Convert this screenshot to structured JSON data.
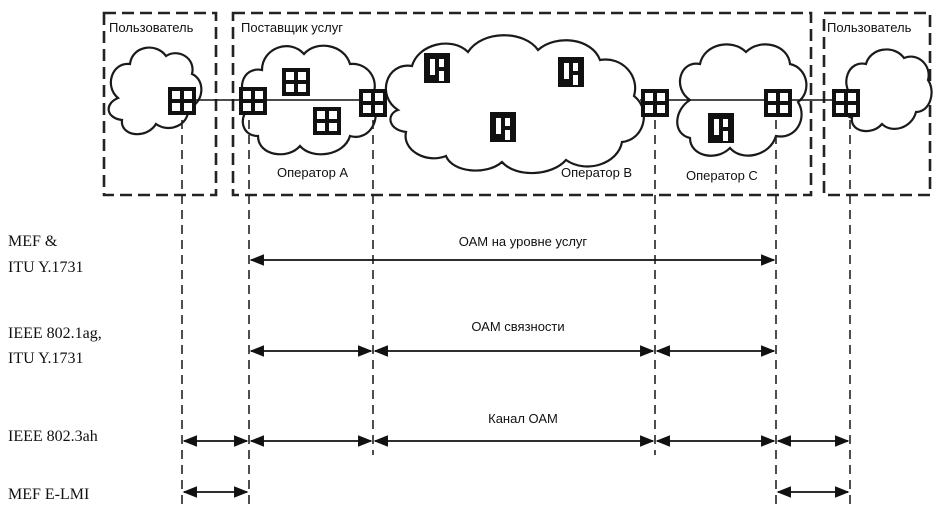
{
  "boxes": {
    "user_left": "Пользователь",
    "provider": "Поставщик услуг",
    "user_right": "Пользователь"
  },
  "operators": {
    "a": "Оператор A",
    "b": "Оператор B",
    "c": "Оператор C"
  },
  "rows": {
    "r1_line1": "MEF &",
    "r1_line2": "ITU Y.1731",
    "r1_center": "ОАМ на уровне услуг",
    "r2_line1": "IEEE 802.1ag,",
    "r2_line2": "ITU Y.1731",
    "r2_center": "ОАМ связности",
    "r3_line1": "IEEE 802.3ah",
    "r3_center": "Канал ОАМ",
    "r4_line1": "MEF E-LMI"
  },
  "icons": [
    "switch-icon",
    "router-icon",
    "cloud-icon"
  ],
  "colors": {
    "ink": "#111111",
    "background": "#ffffff"
  }
}
